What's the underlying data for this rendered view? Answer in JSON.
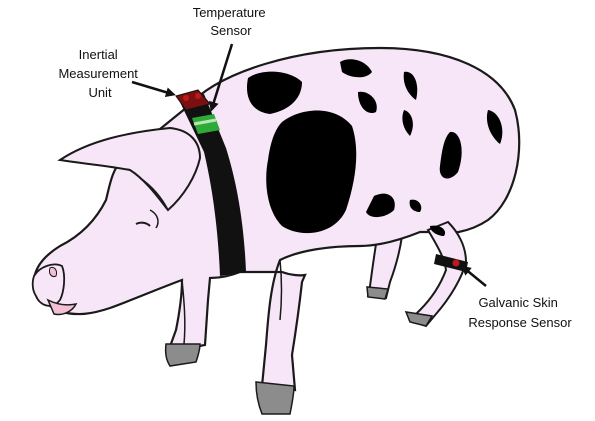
{
  "labels": {
    "temperature": [
      "Temperature",
      "Sensor"
    ],
    "imu": [
      "Inertial",
      "Measurement",
      "Unit"
    ],
    "gsr": [
      "Galvanic Skin",
      "Response Sensor"
    ]
  },
  "colors": {
    "body": "#f7e6f7",
    "outline": "#1a1a1a",
    "spot": "#000000",
    "collar": "#111111",
    "imu": "#7a1010",
    "temp_sensor": "#2eaa3a",
    "gsr_dot": "#c0181c",
    "hoof": "#8c8c8c",
    "snout": "#f4bfd6"
  },
  "icons": [
    "pig-illustration",
    "collar",
    "leg-band",
    "arrow"
  ]
}
